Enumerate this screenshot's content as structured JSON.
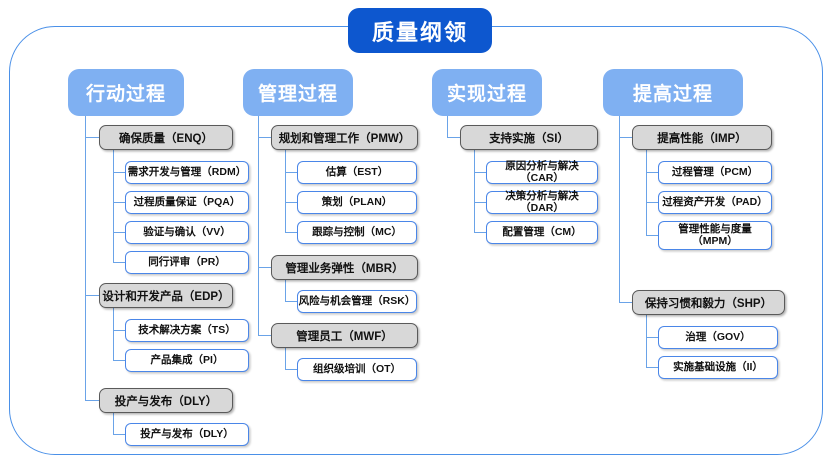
{
  "diagram": {
    "title": "质量纲领",
    "accent_blue": "#0d57cf",
    "header_blue": "#7fb0f2",
    "group_gray": "#d8d8d8",
    "leaf_border": "#4a86e8",
    "frame_border": "#4a90e8",
    "type": "tree-hierarchy",
    "columns": [
      {
        "header": "行动过程",
        "groups": [
          {
            "label": "确保质量（ENQ）",
            "children": [
              "需求开发与管理（RDM）",
              "过程质量保证（PQA）",
              "验证与确认（VV）",
              "同行评审（PR）"
            ]
          },
          {
            "label": "设计和开发产品（EDP）",
            "children": [
              "技术解决方案（TS）",
              "产品集成（PI）"
            ]
          },
          {
            "label": "投产与发布（DLY）",
            "children": [
              "投产与发布（DLY）"
            ]
          }
        ]
      },
      {
        "header": "管理过程",
        "groups": [
          {
            "label": "规划和管理工作（PMW）",
            "children": [
              "估算（EST）",
              "策划（PLAN）",
              "跟踪与控制（MC）"
            ]
          },
          {
            "label": "管理业务弹性（MBR）",
            "children": [
              "风险与机会管理（RSK）"
            ]
          },
          {
            "label": "管理员工（MWF）",
            "children": [
              "组织级培训（OT）"
            ]
          }
        ]
      },
      {
        "header": "实现过程",
        "groups": [
          {
            "label": "支持实施（SI）",
            "children": [
              "原因分析与解决（CAR）",
              "决策分析与解决（DAR）",
              "配置管理（CM）"
            ]
          }
        ]
      },
      {
        "header": "提高过程",
        "groups": [
          {
            "label": "提高性能（IMP）",
            "children": [
              "过程管理（PCM）",
              "过程资产开发（PAD）",
              "管理性能与度量\n（MPM）"
            ]
          },
          {
            "label": "保持习惯和毅力（SHP）",
            "children": [
              "治理（GOV）",
              "实施基础设施（II）"
            ]
          }
        ]
      }
    ]
  }
}
